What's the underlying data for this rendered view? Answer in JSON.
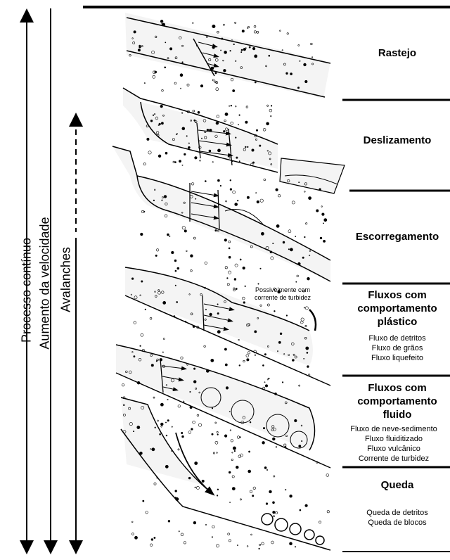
{
  "axes": {
    "continuous_process": "Processo contínuo",
    "velocity_increase": "Aumento da velocidade",
    "avalanches": "Avalanches"
  },
  "categories": [
    {
      "title": "Rastejo",
      "subtypes": []
    },
    {
      "title": "Deslizamento",
      "subtypes": []
    },
    {
      "title": "Escorregamento",
      "subtypes": []
    },
    {
      "title": "Fluxos com comportamento plástico",
      "title_lines": [
        "Fluxos com",
        "comportamento",
        "plástico"
      ],
      "subtypes": [
        "Fluxo de detritos",
        "Fluxo de grãos",
        "Fluxo liquefeito"
      ]
    },
    {
      "title": "Fluxos com comportamento fluido",
      "title_lines": [
        "Fluxos com",
        "comportamento",
        "fluido"
      ],
      "subtypes": [
        "Fluxo de neve-sedimento",
        "Fluxo fluiditizado",
        "Fluxo vulcânico",
        "Corrente de turbidez"
      ]
    },
    {
      "title": "Queda",
      "subtypes": [
        "Queda de detritos",
        "Queda de blocos"
      ]
    }
  ],
  "annotation": {
    "lines": [
      "Possivelmente com",
      "corrente de turbidez"
    ]
  },
  "colors": {
    "ink": "#000000",
    "paper": "#ffffff"
  }
}
